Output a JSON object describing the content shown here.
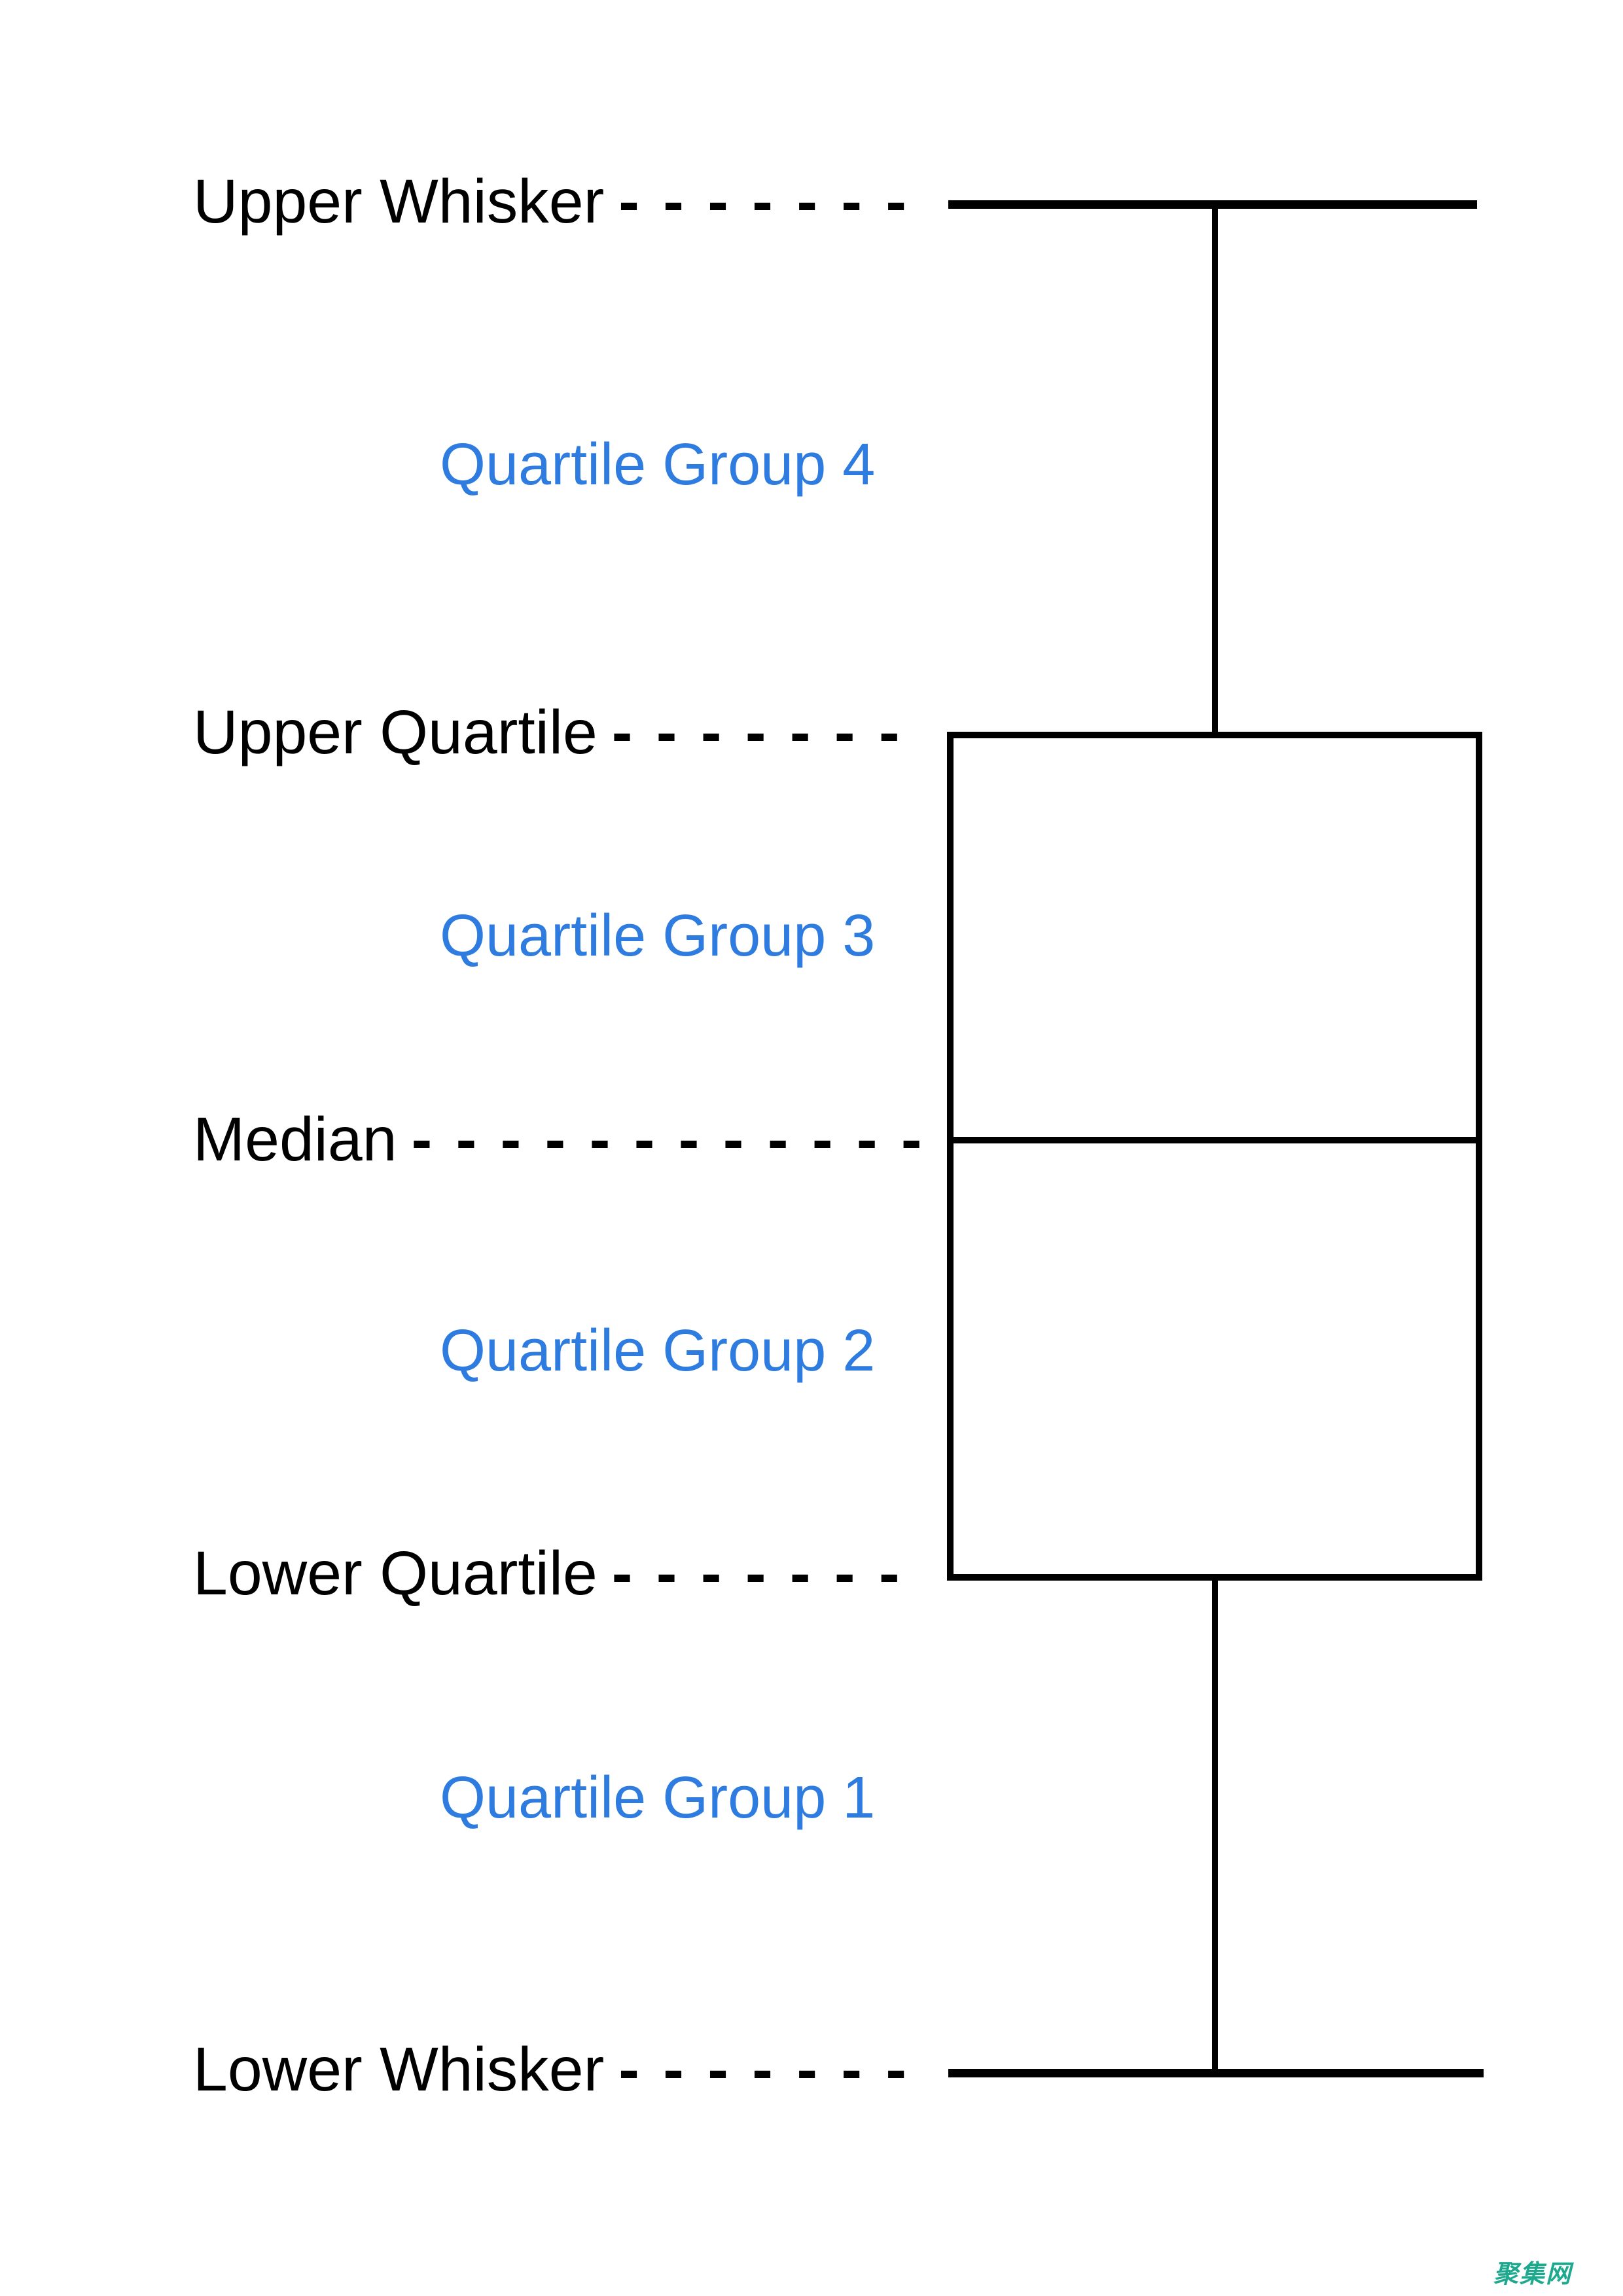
{
  "page": {
    "background": "#ffffff",
    "watermark": {
      "text": "聚集网",
      "color": "#1EA98F"
    }
  },
  "diagram": {
    "type": "boxplot-anatomy",
    "colors": {
      "line": "#000000",
      "group_label": "#2E7CE0",
      "annotation_text": "#000000"
    },
    "annotations": [
      {
        "id": "upper-whisker",
        "text": "Upper Whisker",
        "dashes": "- - - - - - -"
      },
      {
        "id": "upper-quartile",
        "text": "Upper Quartile",
        "dashes": "- - - - - - -"
      },
      {
        "id": "median",
        "text": "Median",
        "dashes": "- - - - - - - - - - - -"
      },
      {
        "id": "lower-quartile",
        "text": "Lower Quartile",
        "dashes": "- - - - - - -"
      },
      {
        "id": "lower-whisker",
        "text": "Lower Whisker",
        "dashes": "- - - - - - -"
      }
    ],
    "quartile_groups": [
      {
        "id": "quartile-group-4",
        "text": "Quartile Group 4"
      },
      {
        "id": "quartile-group-3",
        "text": "Quartile Group 3"
      },
      {
        "id": "quartile-group-2",
        "text": "Quartile Group 2"
      },
      {
        "id": "quartile-group-1",
        "text": "Quartile Group 1"
      }
    ]
  }
}
